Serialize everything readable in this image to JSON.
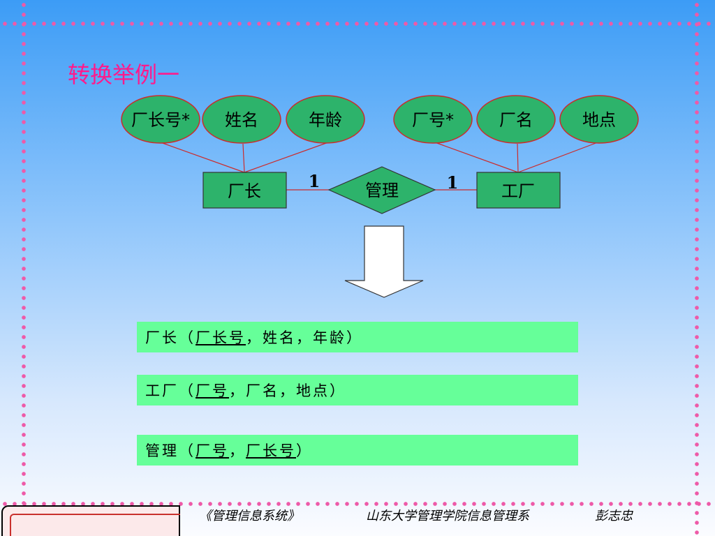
{
  "title": "转换举例一",
  "er_diagram": {
    "attributes_left": [
      "厂长号*",
      "姓名",
      "年龄"
    ],
    "attributes_right": [
      "厂号*",
      "厂名",
      "地点"
    ],
    "entity_left": "厂长",
    "entity_right": "工厂",
    "relationship": "管理",
    "cardinality_left": "1",
    "cardinality_right": "1"
  },
  "relations": [
    {
      "name": "厂长",
      "open": "（",
      "key": "厂长号",
      "rest": "，姓名，年龄）"
    },
    {
      "name": "工厂",
      "open": "（",
      "key": "厂号",
      "rest": "，厂名，地点）"
    },
    {
      "name": "管理",
      "open": "（",
      "key": "厂号",
      "sep": "，",
      "key2": "厂长号",
      "close": "）"
    }
  ],
  "footer": {
    "course": "《管理信息系统》",
    "dept": "山东大学管理学院信息管理系",
    "author": "彭志忠"
  },
  "colors": {
    "accent_pink": "#ff1a8c",
    "dot_pink": "#ee5aa8",
    "node_green": "#2db36b",
    "row_green": "#66ff99",
    "line_red": "#cc2b2b"
  }
}
